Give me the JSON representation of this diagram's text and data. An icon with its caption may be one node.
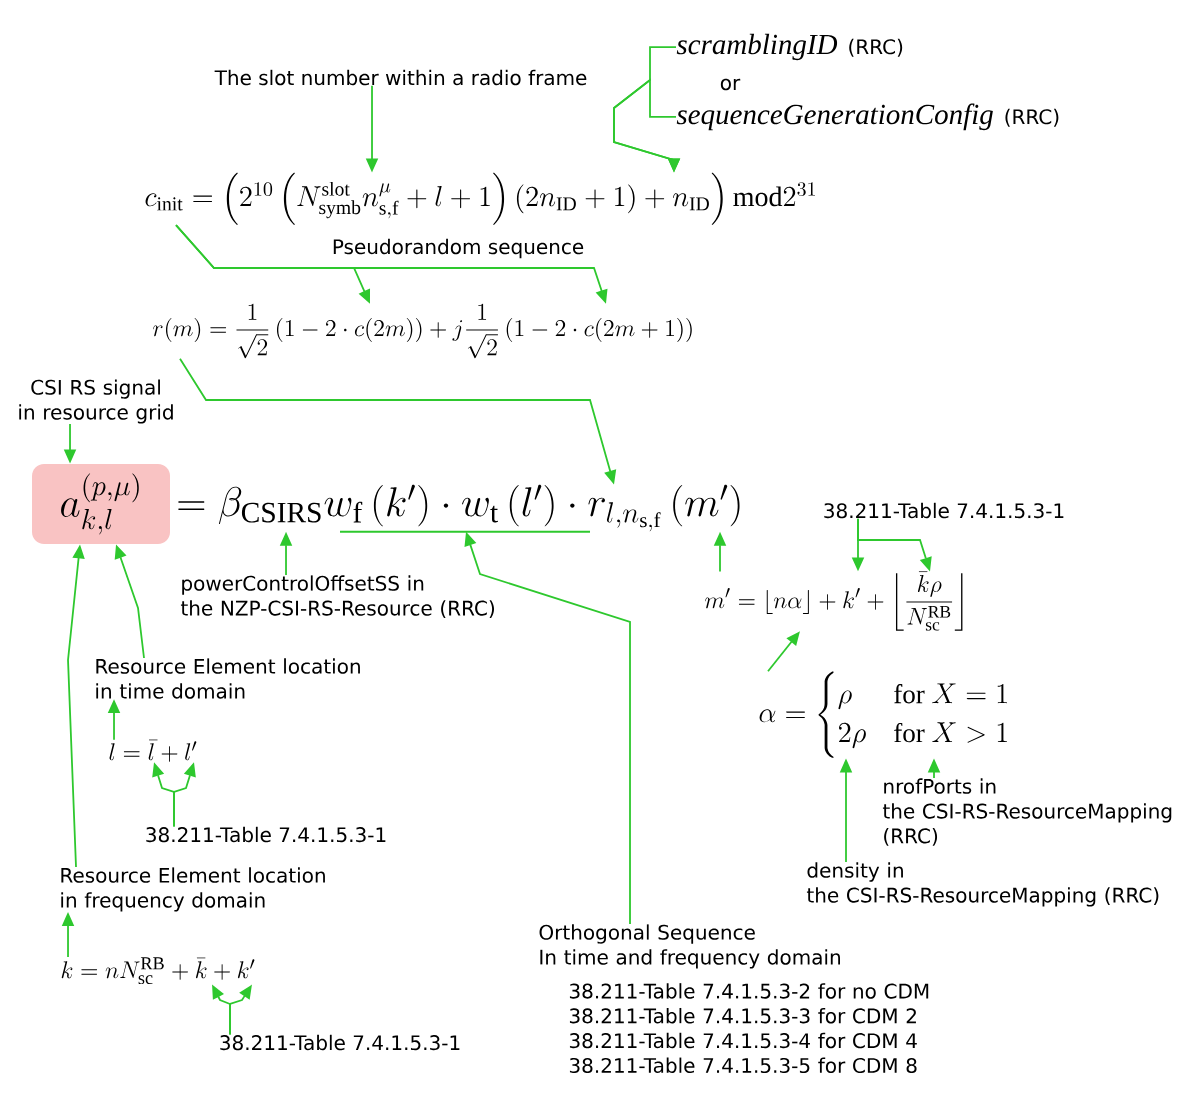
{
  "diagram": {
    "nodes": [
      {
        "text": [
          "The slot number within a radio frame"
        ]
      },
      {
        "text": [
          "scramblingID",
          "(RRC)"
        ]
      },
      {
        "text": [
          "sequenceGenerationConfig",
          "(RRC)"
        ]
      },
      {
        "text": [
          "c_{\\mathrm{init}}=\\left(2^{10}\\left(N_{\\mathrm{symb}}^{\\mathrm{slot}}n_{\\mathrm{s,f}}^{\\mu}+l+1\\right)\\left(2n_{\\mathrm{ID}}+1\\right)+n_{\\mathrm{ID}}\\right)\\mathrm{mod}2^{31}"
        ]
      },
      {
        "text": [
          "r(m)=\\frac{1}{\\sqrt{2}}\\left(1-2\\cdot c(2m)\\right)+j\\frac{1}{\\sqrt{2}}\\left(1-2\\cdot c(2m+1)\\right)"
        ]
      },
      {
        "text": [
          "CSI RS signal in resource grid"
        ]
      },
      {
        "text": [
          "a_{k,l}^{(p,\\mu)}"
        ]
      },
      {
        "text": [
          "=\\beta_{\\mathrm{CSIRS}}w_{\\mathrm{f}}\\left(k'\\right)\\cdot w_{\\mathrm{t}}\\left(l'\\right)\\cdot r_{l,n_{\\mathrm{s,f}}}\\left(m'\\right)"
        ]
      },
      {
        "text": [
          "38.211-Table 7.4.1.5.3-1"
        ]
      },
      {
        "text": [
          "powerControlOffsetSS in the NZP-CSI-RS-Resource (RRC)"
        ]
      },
      {
        "text": [
          "m'=\\lfloor n\\alpha\\rfloor+k'+\\left\\lfloor\\frac{\\bar{k}\\rho}{N_{\\mathrm{sc}}^{\\mathrm{RB}}}\\right\\rfloor"
        ]
      },
      {
        "text": [
          "Resource Element location in time domain"
        ]
      },
      {
        "text": [
          "\\alpha=\\begin{cases}\\rho & \\mathrm{for}\\ X=1\\\\2\\rho & \\mathrm{for}\\ X>1\\end{cases}"
        ]
      },
      {
        "text": [
          "l=\\bar{l}+l'"
        ]
      },
      {
        "text": [
          "nrofPorts in the CSI-RS-ResourceMapping (RRC)"
        ]
      },
      {
        "text": [
          "38.211-Table 7.4.1.5.3-1"
        ]
      },
      {
        "text": [
          "density in the CSI-RS-ResourceMapping (RRC)"
        ]
      },
      {
        "text": [
          "Resource Element location in frequency domain"
        ]
      },
      {
        "text": [
          "Orthogonal Sequence",
          "In time and frequency domain",
          "38.211-Table 7.4.1.5.3-2 for no CDM",
          "38.211-Table 7.4.1.5.3-3 for CDM 2",
          "38.211-Table 7.4.1.5.3-4 for CDM 4",
          "38.211-Table 7.4.1.5.3-5 for CDM 8"
        ]
      },
      {
        "text": [
          "k=nN_{\\mathrm{sc}}^{\\mathrm{RB}}+\\bar{k}+k'"
        ]
      },
      {
        "text": [
          "38.211-Table 7.4.1.5.3-1"
        ]
      }
    ],
    "edges": [
      {
        "from": 0,
        "to": 3,
        "arrow": "to"
      },
      {
        "from": 1,
        "to": 3,
        "arrow": "to"
      },
      {
        "from": 2,
        "to": 3,
        "arrow": "to"
      },
      {
        "from": 3,
        "to": 4,
        "arrow": "to"
      },
      {
        "from": 3,
        "to": 4,
        "label": "Pseudorandom sequence",
        "arrow": "to"
      },
      {
        "from": 4,
        "to": 7,
        "arrow": "to"
      },
      {
        "from": 5,
        "to": 6,
        "arrow": "to"
      },
      {
        "from": 8,
        "to": 10,
        "arrow": "to"
      },
      {
        "from": 8,
        "to": 10,
        "arrow": "to"
      },
      {
        "from": 9,
        "to": 7,
        "arrow": "to"
      },
      {
        "from": 18,
        "to": 7,
        "arrow": "to"
      },
      {
        "from": 10,
        "to": 7,
        "arrow": "to"
      },
      {
        "from": 12,
        "to": 10,
        "arrow": "to"
      },
      {
        "from": 11,
        "to": 6,
        "arrow": "to"
      },
      {
        "from": 13,
        "to": 11,
        "arrow": "to"
      },
      {
        "from": 15,
        "to": 13,
        "arrow": "to"
      },
      {
        "from": 15,
        "to": 13,
        "arrow": "to"
      },
      {
        "from": 14,
        "to": 12,
        "arrow": "to"
      },
      {
        "from": 16,
        "to": 12,
        "arrow": "to"
      },
      {
        "from": 17,
        "to": 6,
        "arrow": "to"
      },
      {
        "from": 19,
        "to": 17,
        "arrow": "to"
      },
      {
        "from": 20,
        "to": 19,
        "arrow": "to"
      },
      {
        "from": 20,
        "to": 19,
        "arrow": "to"
      }
    ],
    "labels": [
      "or"
    ]
  }
}
